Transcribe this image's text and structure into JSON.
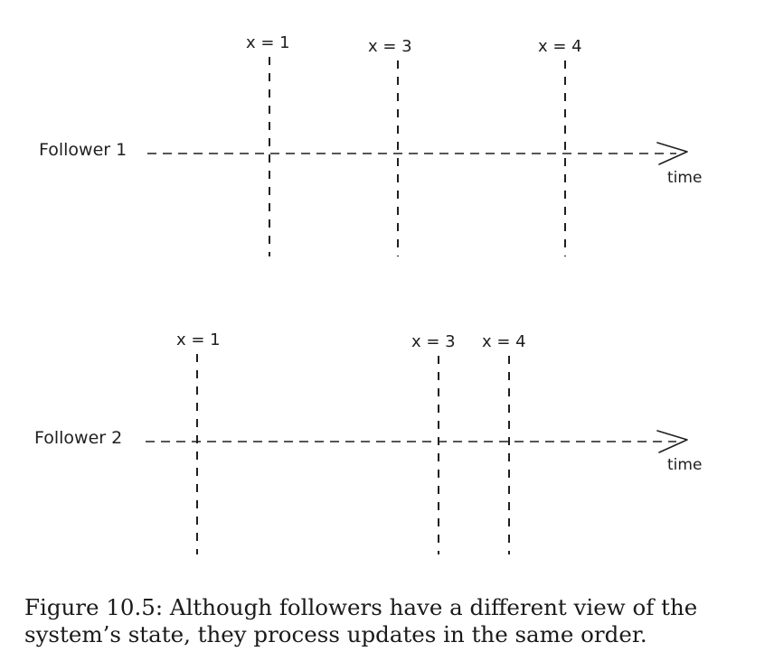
{
  "followers": [
    {
      "label": "Follower 1",
      "axis_label": "time",
      "events": [
        {
          "text": "x = 1",
          "value": 1
        },
        {
          "text": "x = 3",
          "value": 3
        },
        {
          "text": "x = 4",
          "value": 4
        }
      ]
    },
    {
      "label": "Follower 2",
      "axis_label": "time",
      "events": [
        {
          "text": "x = 1",
          "value": 1
        },
        {
          "text": "x = 3",
          "value": 3
        },
        {
          "text": "x = 4",
          "value": 4
        }
      ]
    }
  ],
  "caption": "Figure 10.5: Although followers have a different view of the system’s state, they process updates in the same order.",
  "colors": {
    "ink": "#1f1f1f",
    "background": "#ffffff"
  }
}
